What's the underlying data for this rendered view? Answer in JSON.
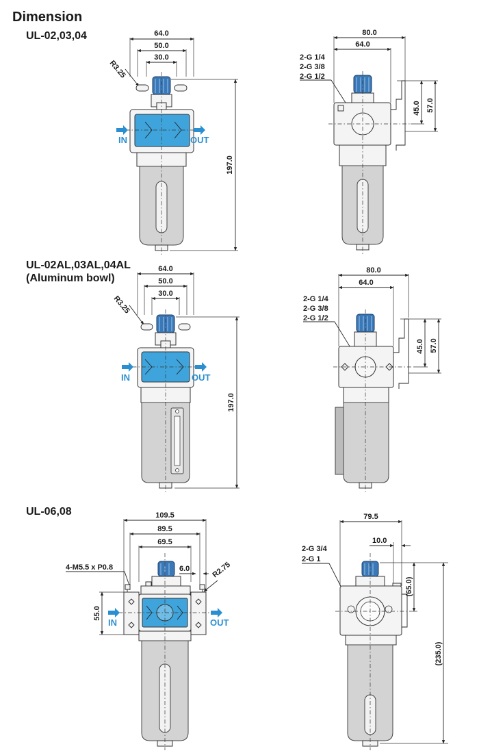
{
  "page": {
    "title": "Dimension"
  },
  "sections": [
    {
      "title": "UL-02,03,04",
      "subtitle": "",
      "front": {
        "dims": [
          "64.0",
          "50.0",
          "30.0",
          "R3.25",
          "197.0"
        ],
        "in_label": "IN",
        "out_label": "OUT"
      },
      "side": {
        "dims": [
          "80.0",
          "64.0",
          "45.0",
          "57.0"
        ],
        "ports": [
          "2-G 1/4",
          "2-G 3/8",
          "2-G 1/2"
        ]
      }
    },
    {
      "title": "UL-02AL,03AL,04AL",
      "subtitle": "(Aluminum bowl)",
      "front": {
        "dims": [
          "64.0",
          "50.0",
          "30.0",
          "R3.25",
          "197.0"
        ],
        "in_label": "IN",
        "out_label": "OUT"
      },
      "side": {
        "dims": [
          "80.0",
          "64.0",
          "45.0",
          "57.0"
        ],
        "ports": [
          "2-G 1/4",
          "2-G 3/8",
          "2-G 1/2"
        ]
      }
    },
    {
      "title": "UL-06,08",
      "subtitle": "",
      "front": {
        "dims": [
          "109.5",
          "89.5",
          "69.5",
          "6.0",
          "R2.75",
          "55.0"
        ],
        "mount": "4-M5.5 x P0.8",
        "in_label": "IN",
        "out_label": "OUT"
      },
      "side": {
        "dims": [
          "79.5",
          "10.0",
          "(65.0)",
          "(235.0)"
        ],
        "ports": [
          "2-G 3/4",
          "2-G 1"
        ]
      }
    }
  ]
}
